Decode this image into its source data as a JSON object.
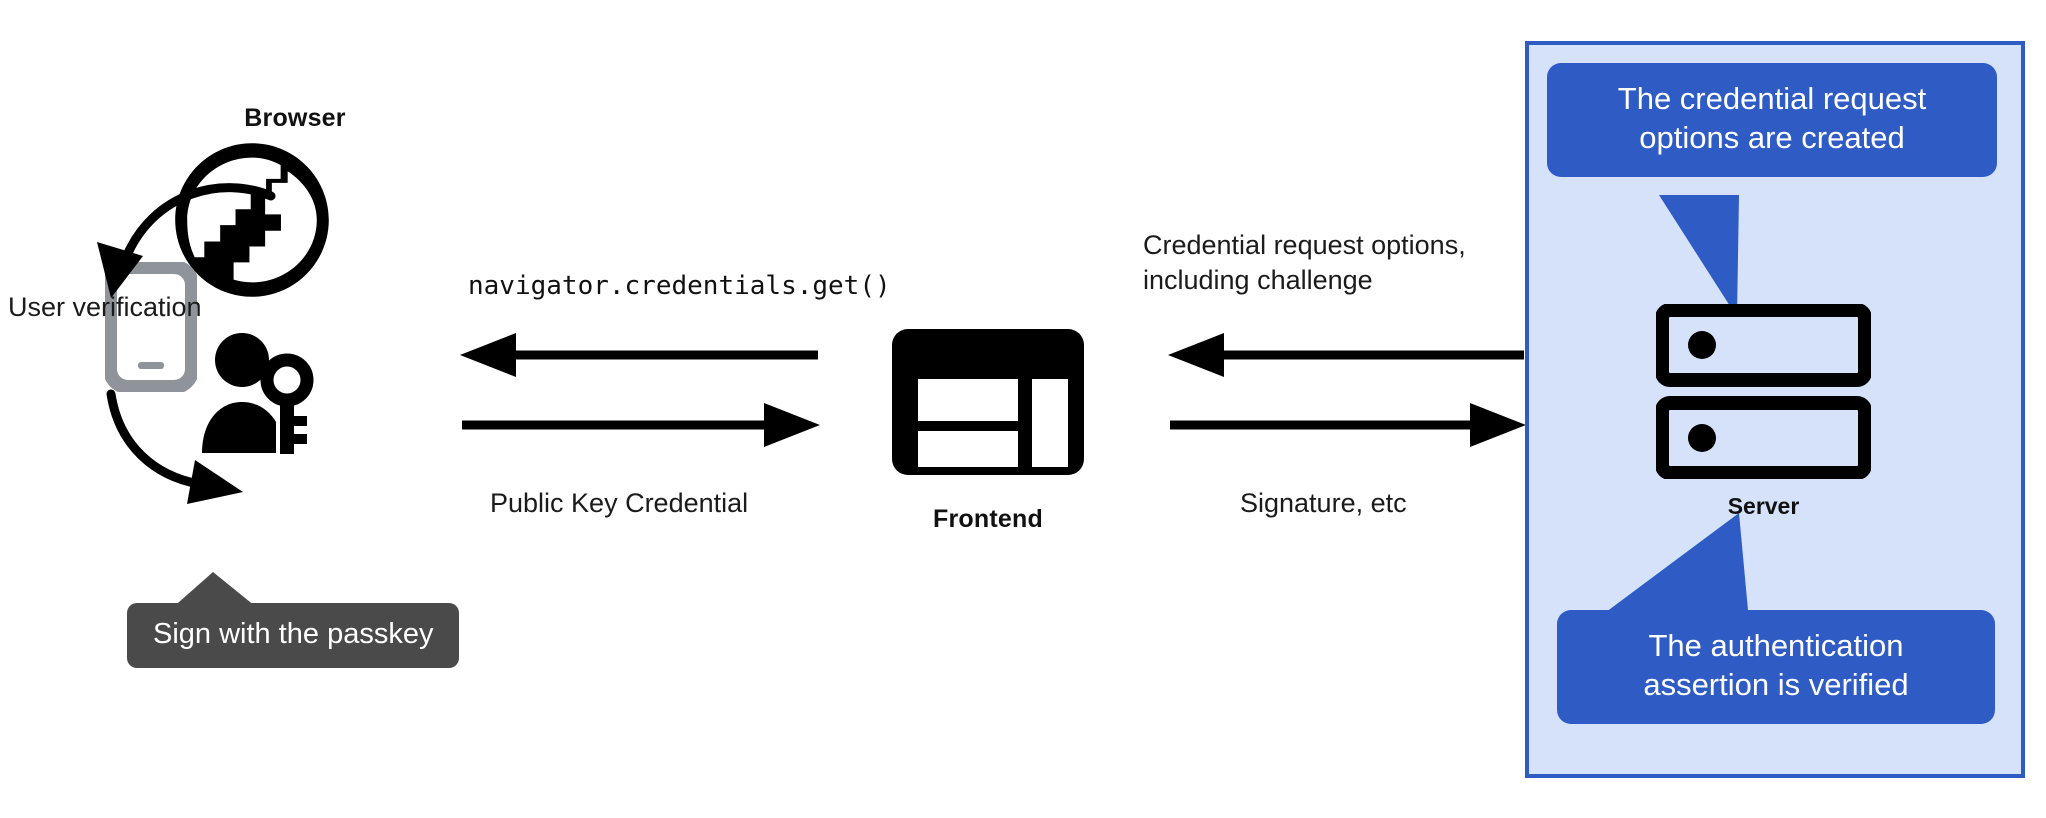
{
  "diagram": {
    "title": "WebAuthn passkey authentication flow",
    "colors": {
      "accent_blue": "#2f5bc5",
      "panel_blue_bg": "#d5e2fa",
      "tooltip_dark": "#4a4a4a",
      "phone_gray": "#8e9499",
      "ink": "#111111",
      "page_bg": "#ffffff"
    }
  },
  "nodes": {
    "browser": {
      "label": "Browser",
      "icon": "globe-icon"
    },
    "phone": {
      "icon": "mobile-phone-icon"
    },
    "user": {
      "icon": "person-with-key-icon"
    },
    "frontend": {
      "label": "Frontend",
      "icon": "web-layout-icon"
    },
    "server": {
      "label": "Server",
      "icon": "server-rack-icon"
    }
  },
  "labels": {
    "user_verification": "User verification",
    "sign_with_passkey": "Sign with the passkey"
  },
  "flows": {
    "browser_frontend": {
      "top_label": "navigator.credentials.get()",
      "bottom_label": "Public Key Credential",
      "top_arrow_direction": "left",
      "bottom_arrow_direction": "right"
    },
    "frontend_server": {
      "top_label": "Credential request options,\ninclud­ing challenge",
      "bottom_label": "Signature, etc",
      "top_arrow_direction": "left",
      "bottom_arrow_direction": "right"
    }
  },
  "callouts": {
    "top": "The credential request\noptions are created",
    "bottom": "The authentication\nassertion is verified"
  }
}
